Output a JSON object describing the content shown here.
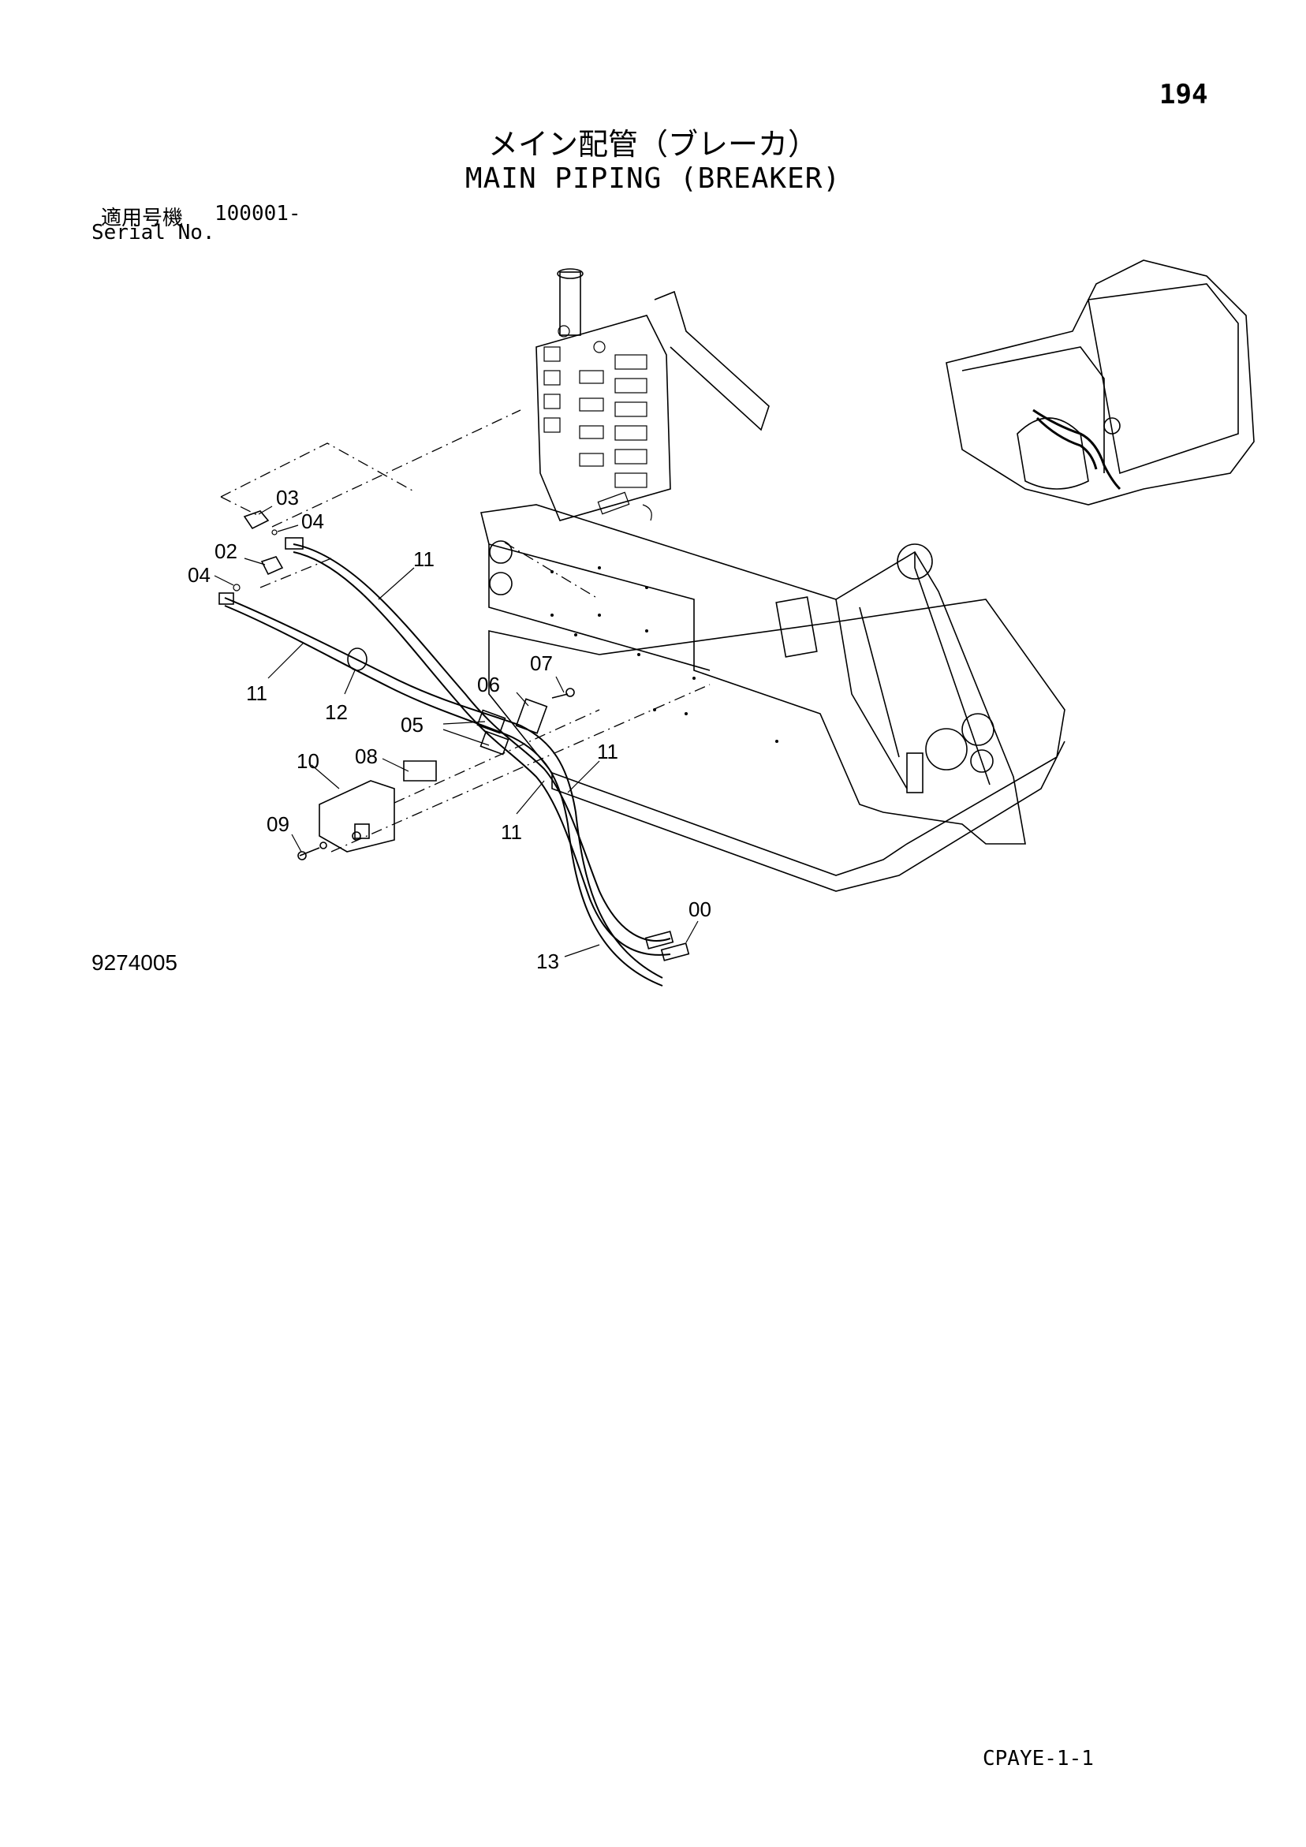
{
  "page": {
    "number": "194",
    "title_ja": "メイン配管（ブレーカ）",
    "title_en": "MAIN PIPING (BREAKER)",
    "serial_label_ja": "適用号機",
    "serial_from": "100001-",
    "serial_label_en": "Serial No.",
    "drawing_id": "9274005",
    "footer_code": "CPAYE-1-1"
  },
  "callouts": [
    {
      "id": "c03",
      "label": "03"
    },
    {
      "id": "c04a",
      "label": "04"
    },
    {
      "id": "c02",
      "label": "02"
    },
    {
      "id": "c04b",
      "label": "04"
    },
    {
      "id": "c11a",
      "label": "11"
    },
    {
      "id": "c11b",
      "label": "11"
    },
    {
      "id": "c12",
      "label": "12"
    },
    {
      "id": "c07",
      "label": "07"
    },
    {
      "id": "c06",
      "label": "06"
    },
    {
      "id": "c05",
      "label": "05"
    },
    {
      "id": "c10",
      "label": "10"
    },
    {
      "id": "c08",
      "label": "08"
    },
    {
      "id": "c09",
      "label": "09"
    },
    {
      "id": "c11c",
      "label": "11"
    },
    {
      "id": "c11d",
      "label": "11"
    },
    {
      "id": "c00",
      "label": "00"
    },
    {
      "id": "c13",
      "label": "13"
    }
  ]
}
